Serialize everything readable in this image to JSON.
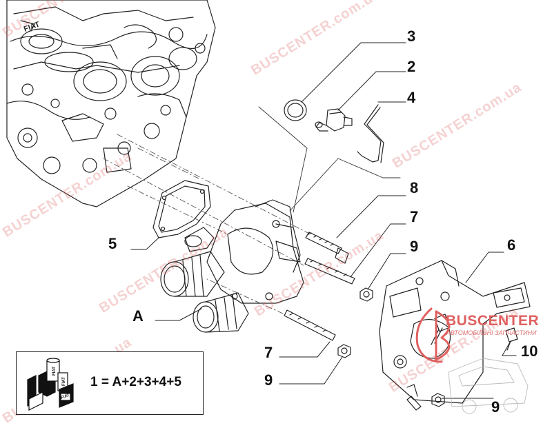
{
  "diagram": {
    "callouts": {
      "c3": "3",
      "c2": "2",
      "c4": "4",
      "c8": "8",
      "c7a": "7",
      "c9a": "9",
      "c6": "6",
      "c5": "5",
      "cA": "A",
      "c7b": "7",
      "c9b": "9",
      "c10": "10",
      "c9c": "9"
    },
    "formula": "1 = A+2+3+4+5",
    "kit_icon": {
      "label_top": "FIAT",
      "label_mid": "FIAT",
      "label_bottom": "FIAT"
    }
  },
  "branding": {
    "logo_text": "BUSCENTER",
    "logo_subtitle": "АВТОМОБІЛЬНІ ЗАПЧАСТИНИ",
    "watermark": "BUSCENTER.com.ua",
    "engine_stamp": "FIAT",
    "accent_color": "#e06060"
  }
}
